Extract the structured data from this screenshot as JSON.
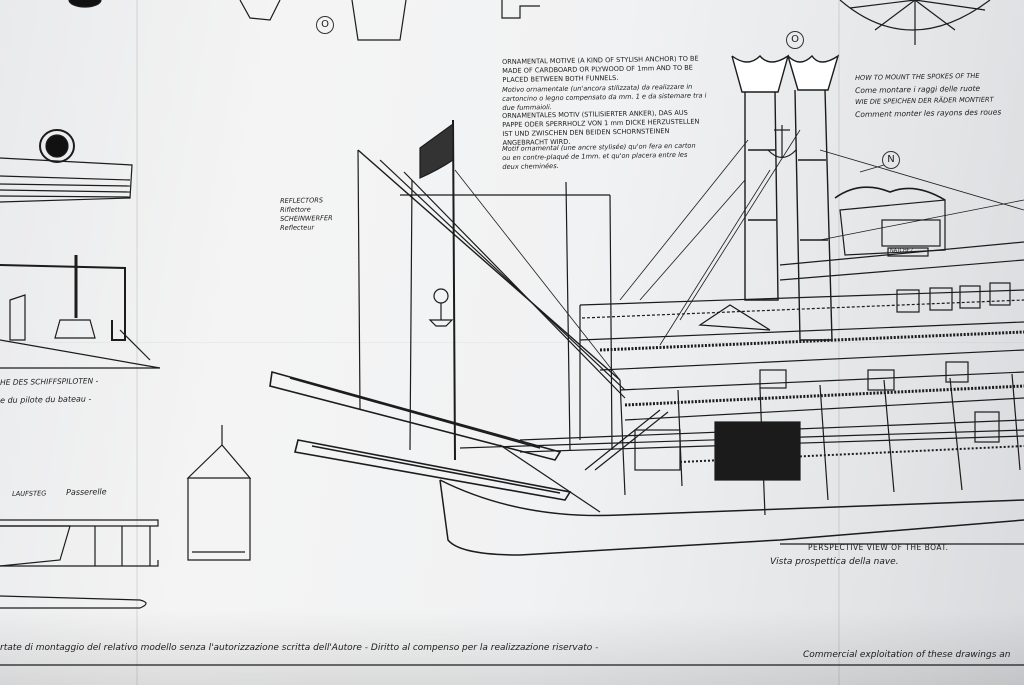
{
  "ornament_note": {
    "en": "ORNAMENTAL MOTIVE (A KIND OF STYLISH ANCHOR) TO BE MADE OF CARDBOARD OR PLYWOOD OF 1mm AND TO BE PLACED BETWEEN BOTH FUNNELS.",
    "it": "Motivo ornamentale (un'ancora stilizzata) da realizzare in cartoncino o legno compensato da mm. 1 e da sistemare tra i due fummaioli.",
    "de": "ORNAMENTALES MOTIV (STILISIERTER ANKER), DAS AUS PAPPE ODER SPERRHOLZ VON 1 mm DICKE HERZUSTELLEN IST UND ZWISCHEN DEN BEIDEN SCHORNSTEINEN ANGEBRACHT WIRD.",
    "fr": "Motif ornamental (une ancre stylisée) qu'on fera en carton ou en contre-plaqué de 1mm. et qu'on placera entre les deux cheminées."
  },
  "reflectors_label": [
    "REFLECTORS",
    "Riflettore",
    "SCHEINWERFER",
    "Reflecteur"
  ],
  "spokes_note": [
    "HOW TO MOUNT THE SPOKES OF THE",
    "Come montare i raggi delle ruote",
    "WIE DIE SPEICHEN DER RÄDER MONTIERT",
    "Comment monter les rayons des roues"
  ],
  "pilot_note": [
    "HE DES SCHIFFSPILOTEN -",
    "e du pilote du bateau -"
  ],
  "gangway_label": {
    "de": "LAUFSTEG",
    "fr": "Passerelle"
  },
  "perspective_caption": {
    "en": "PERSPECTIVE VIEW OF THE BOAT.",
    "it": "Vista prospettica della nave."
  },
  "ref_marks": {
    "o1": "O",
    "o2": "O",
    "n": "N"
  },
  "pilothouse_sign": "NATCHEZ",
  "footer_line": "rtate di montaggio del relativo modello senza l'autorizzazione scritta dell'Autore -  Diritto al compenso per la realizzazione riservato -",
  "footer_line_en": "Commercial exploitation of these drawings an"
}
